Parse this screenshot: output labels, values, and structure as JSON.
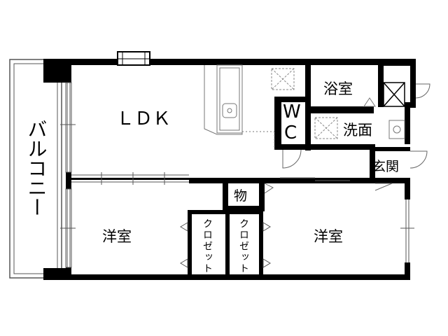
{
  "floorplan": {
    "rooms": {
      "ldk": "ＬＤＫ",
      "balcony": "バルコニー",
      "western_left": "洋室",
      "western_right": "洋室",
      "bath": "浴室",
      "wc_top": "W",
      "wc_bottom": "C",
      "washroom": "洗面",
      "entrance": "玄関",
      "storage": "物",
      "closet_left": "クロゼット",
      "closet_right": "クロゼット"
    },
    "colors": {
      "wall": "#000000",
      "line": "#555555",
      "fixture": "#888888",
      "background": "#ffffff"
    }
  }
}
